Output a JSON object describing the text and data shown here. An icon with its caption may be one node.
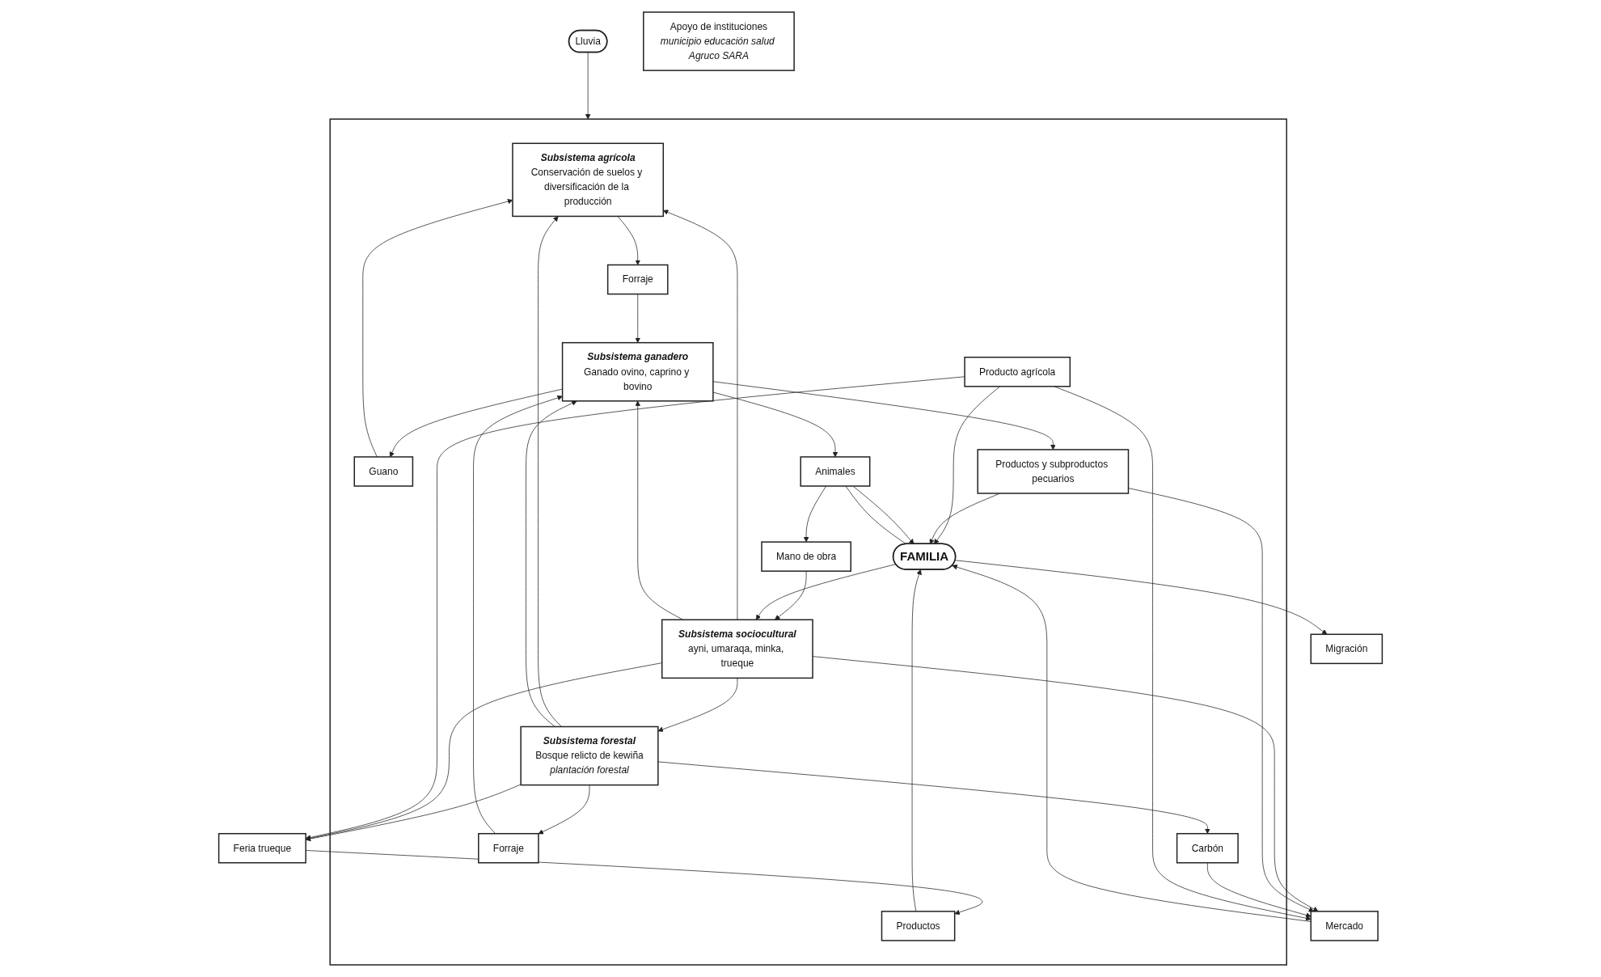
{
  "diagram": {
    "nodes": [
      {
        "text": [
          "Lluvia"
        ]
      },
      {
        "text": [],
        "shape": "box"
      },
      {
        "text": [
          "Subsistema agrícola",
          "Conservación de suelos y diversificación de la producción"
        ],
        "in": 1
      },
      {
        "text": [
          "Guano"
        ],
        "in": 1
      },
      {
        "text": [
          "Forraje"
        ],
        "in": 1
      },
      {
        "text": [
          "Subsistema ganadero",
          "Ganado ovino, caprino y bovino"
        ],
        "in": 1
      },
      {
        "text": [
          "Migración"
        ]
      },
      {
        "text": [
          "FAMILIA"
        ],
        "in": 1
      },
      {
        "text": [
          "Producto agrícola"
        ],
        "in": 1
      },
      {
        "text": [
          "Animales"
        ],
        "in": 1
      },
      {
        "text": [
          "Productos"
        ],
        "in": 1
      },
      {
        "text": [
          "Productos y subproductos pecuarios"
        ],
        "in": 1
      },
      {
        "text": [
          "Mano de obra"
        ],
        "in": 1
      },
      {
        "text": [
          "Apoyo de instituciones",
          "municipio educación salud Agruco SARA"
        ]
      },
      {
        "text": [
          "Subsistema forestal",
          "Bosque relicto de kewiña",
          "plantación forestal"
        ],
        "in": 1
      },
      {
        "text": [
          "Forraje"
        ],
        "in": 1
      },
      {
        "text": [
          "Subsistema sociocultural",
          "ayni, umaraqa, minka, trueque"
        ],
        "in": 1
      },
      {
        "text": [
          "Carbón"
        ],
        "in": 1
      },
      {
        "text": [
          "Feria trueque"
        ]
      },
      {
        "text": [
          "Mercado"
        ]
      }
    ],
    "edges": [
      {
        "from": 0,
        "to": 1,
        "arrow": "to"
      },
      {
        "from": 16,
        "to": 2,
        "arrow": "to"
      },
      {
        "from": 16,
        "to": 19,
        "arrow": "to"
      },
      {
        "from": 5,
        "to": 3,
        "arrow": "to"
      },
      {
        "from": 3,
        "to": 2,
        "arrow": "to"
      },
      {
        "from": 2,
        "to": 4,
        "arrow": "to"
      },
      {
        "from": 4,
        "to": 5,
        "arrow": "to"
      },
      {
        "from": 14,
        "to": 2,
        "arrow": "to"
      },
      {
        "from": 7,
        "to": 6,
        "arrow": "to"
      },
      {
        "from": 8,
        "to": 7,
        "arrow": "to"
      },
      {
        "from": 10,
        "to": 7,
        "arrow": "to"
      },
      {
        "from": 11,
        "to": 7,
        "arrow": "to"
      },
      {
        "from": 19,
        "to": 7,
        "arrow": "to"
      },
      {
        "from": 9,
        "to": 7,
        "arrow": "to"
      },
      {
        "from": 7,
        "to": 9,
        "arrow": "none"
      },
      {
        "from": 5,
        "to": 9,
        "arrow": "to"
      },
      {
        "from": 5,
        "to": 11,
        "arrow": "to"
      },
      {
        "from": 9,
        "to": 12,
        "arrow": "to"
      },
      {
        "from": 12,
        "to": 16,
        "arrow": "to"
      },
      {
        "from": 15,
        "to": 5,
        "arrow": "to"
      },
      {
        "from": 14,
        "to": 15,
        "arrow": "to"
      },
      {
        "from": 16,
        "to": 5,
        "arrow": "to"
      },
      {
        "from": 14,
        "to": 5,
        "arrow": "to"
      },
      {
        "from": 7,
        "to": 16,
        "arrow": "to"
      },
      {
        "from": 16,
        "to": 14,
        "arrow": "to"
      },
      {
        "from": 11,
        "to": 19,
        "arrow": "to"
      },
      {
        "from": 14,
        "to": 17,
        "arrow": "to"
      },
      {
        "from": 17,
        "to": 19,
        "arrow": "to"
      },
      {
        "from": 14,
        "to": 18,
        "arrow": "to"
      },
      {
        "from": 16,
        "to": 18,
        "arrow": "to"
      },
      {
        "from": 8,
        "to": 18,
        "arrow": "to"
      },
      {
        "from": 18,
        "to": 10,
        "arrow": "to"
      },
      {
        "from": 8,
        "to": 19,
        "arrow": "to"
      }
    ]
  }
}
